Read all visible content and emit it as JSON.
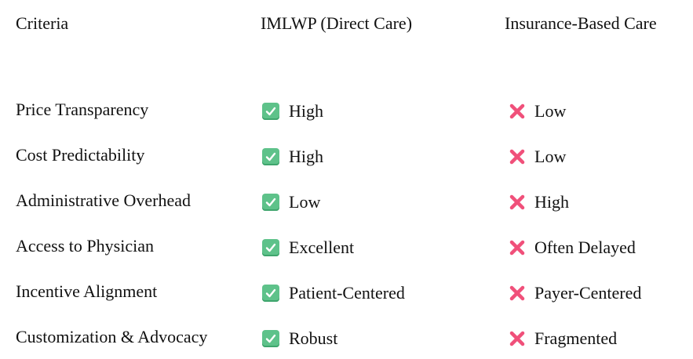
{
  "header": {
    "col1": "Criteria",
    "col2": "IMLWP (Direct Care)",
    "col3": "Insurance-Based Care"
  },
  "colors": {
    "check_green": "#5ec28a",
    "cross_pink": "#f0507a"
  },
  "rows": [
    {
      "criteria": "Price Transparency",
      "imlwp": "High",
      "insurance": "Low"
    },
    {
      "criteria": "Cost Predictability",
      "imlwp": "High",
      "insurance": "Low"
    },
    {
      "criteria": "Administrative Overhead",
      "imlwp": "Low",
      "insurance": "High"
    },
    {
      "criteria": "Access to Physician",
      "imlwp": "Excellent",
      "insurance": "Often Delayed"
    },
    {
      "criteria": "Incentive Alignment",
      "imlwp": "Patient-Centered",
      "insurance": "Payer-Centered"
    },
    {
      "criteria": "Customization & Advocacy",
      "imlwp": "Robust",
      "insurance": "Fragmented"
    }
  ],
  "icons": {
    "positive": "check-mark-icon",
    "negative": "cross-mark-icon"
  }
}
